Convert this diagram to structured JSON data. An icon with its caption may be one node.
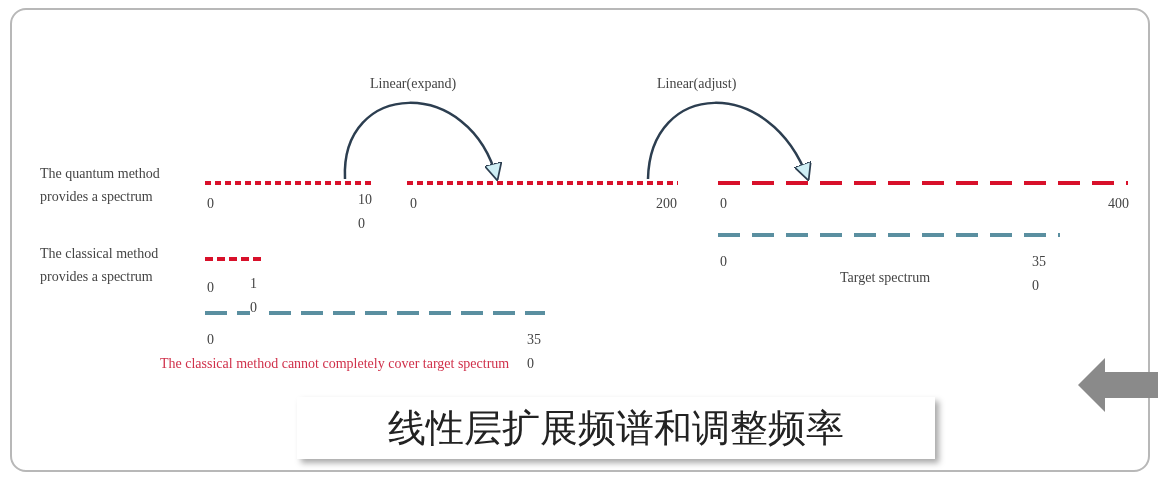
{
  "diagram": {
    "caption": "线性层扩展频谱和调整频率",
    "nodes": [
      {
        "text": [],
        "shape": "bar"
      },
      {
        "text": [],
        "shape": "bar"
      },
      {
        "text": [],
        "shape": "bar"
      }
    ],
    "edges": [
      {
        "from": 0,
        "to": 1,
        "arrow": "to",
        "label": "Linear(expand)"
      },
      {
        "from": 1,
        "to": 2,
        "arrow": "to",
        "label": "Linear(adjust)"
      }
    ],
    "labels": [
      "The quantum method provides a spectrum",
      "0",
      "100",
      "0",
      "200",
      "0",
      "400",
      "The classical method provides a spectrum",
      "0",
      "10",
      "0",
      "350",
      "Target spectrum",
      "0",
      "350",
      "The classical method cannot completely cover target spectrum"
    ]
  }
}
